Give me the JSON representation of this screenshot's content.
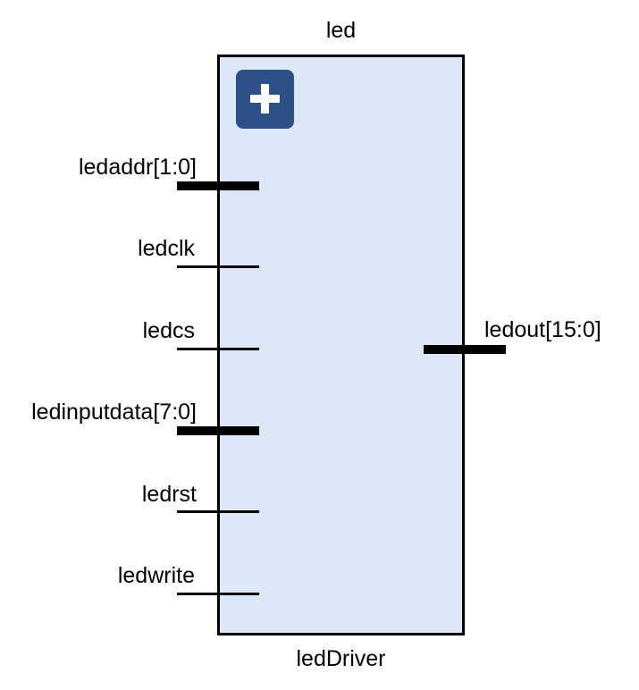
{
  "block": {
    "instance_name": "led",
    "module_name": "ledDriver",
    "expand_icon": "plus-icon",
    "fill_color": "#dce8f7",
    "button_color": "#2f4f87"
  },
  "ports": {
    "inputs": [
      {
        "label": "ledaddr[1:0]",
        "bus": true
      },
      {
        "label": "ledclk",
        "bus": false
      },
      {
        "label": "ledcs",
        "bus": false
      },
      {
        "label": "ledinputdata[7:0]",
        "bus": true
      },
      {
        "label": "ledrst",
        "bus": false
      },
      {
        "label": "ledwrite",
        "bus": false
      }
    ],
    "outputs": [
      {
        "label": "ledout[15:0]",
        "bus": true
      }
    ]
  }
}
